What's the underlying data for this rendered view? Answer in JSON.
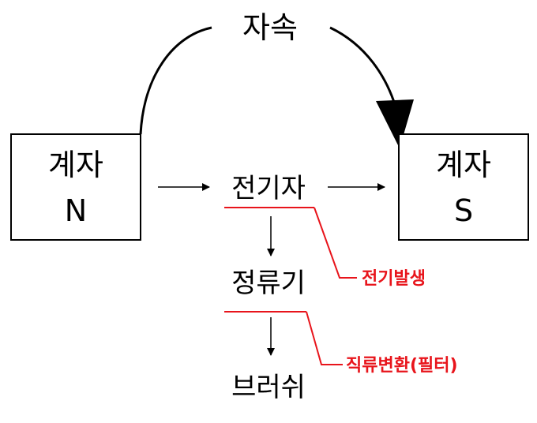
{
  "diagram": {
    "top_label": "자속",
    "box_left": {
      "line1": "계자",
      "line2": "N"
    },
    "box_right": {
      "line1": "계자",
      "line2": "S"
    },
    "armature": "전기자",
    "commutator": "정류기",
    "brush": "브러쉬",
    "note_armature": "전기발생",
    "note_commutator": "직류변환(필터)"
  },
  "colors": {
    "line": "#000000",
    "annotation": "#e8141b"
  }
}
